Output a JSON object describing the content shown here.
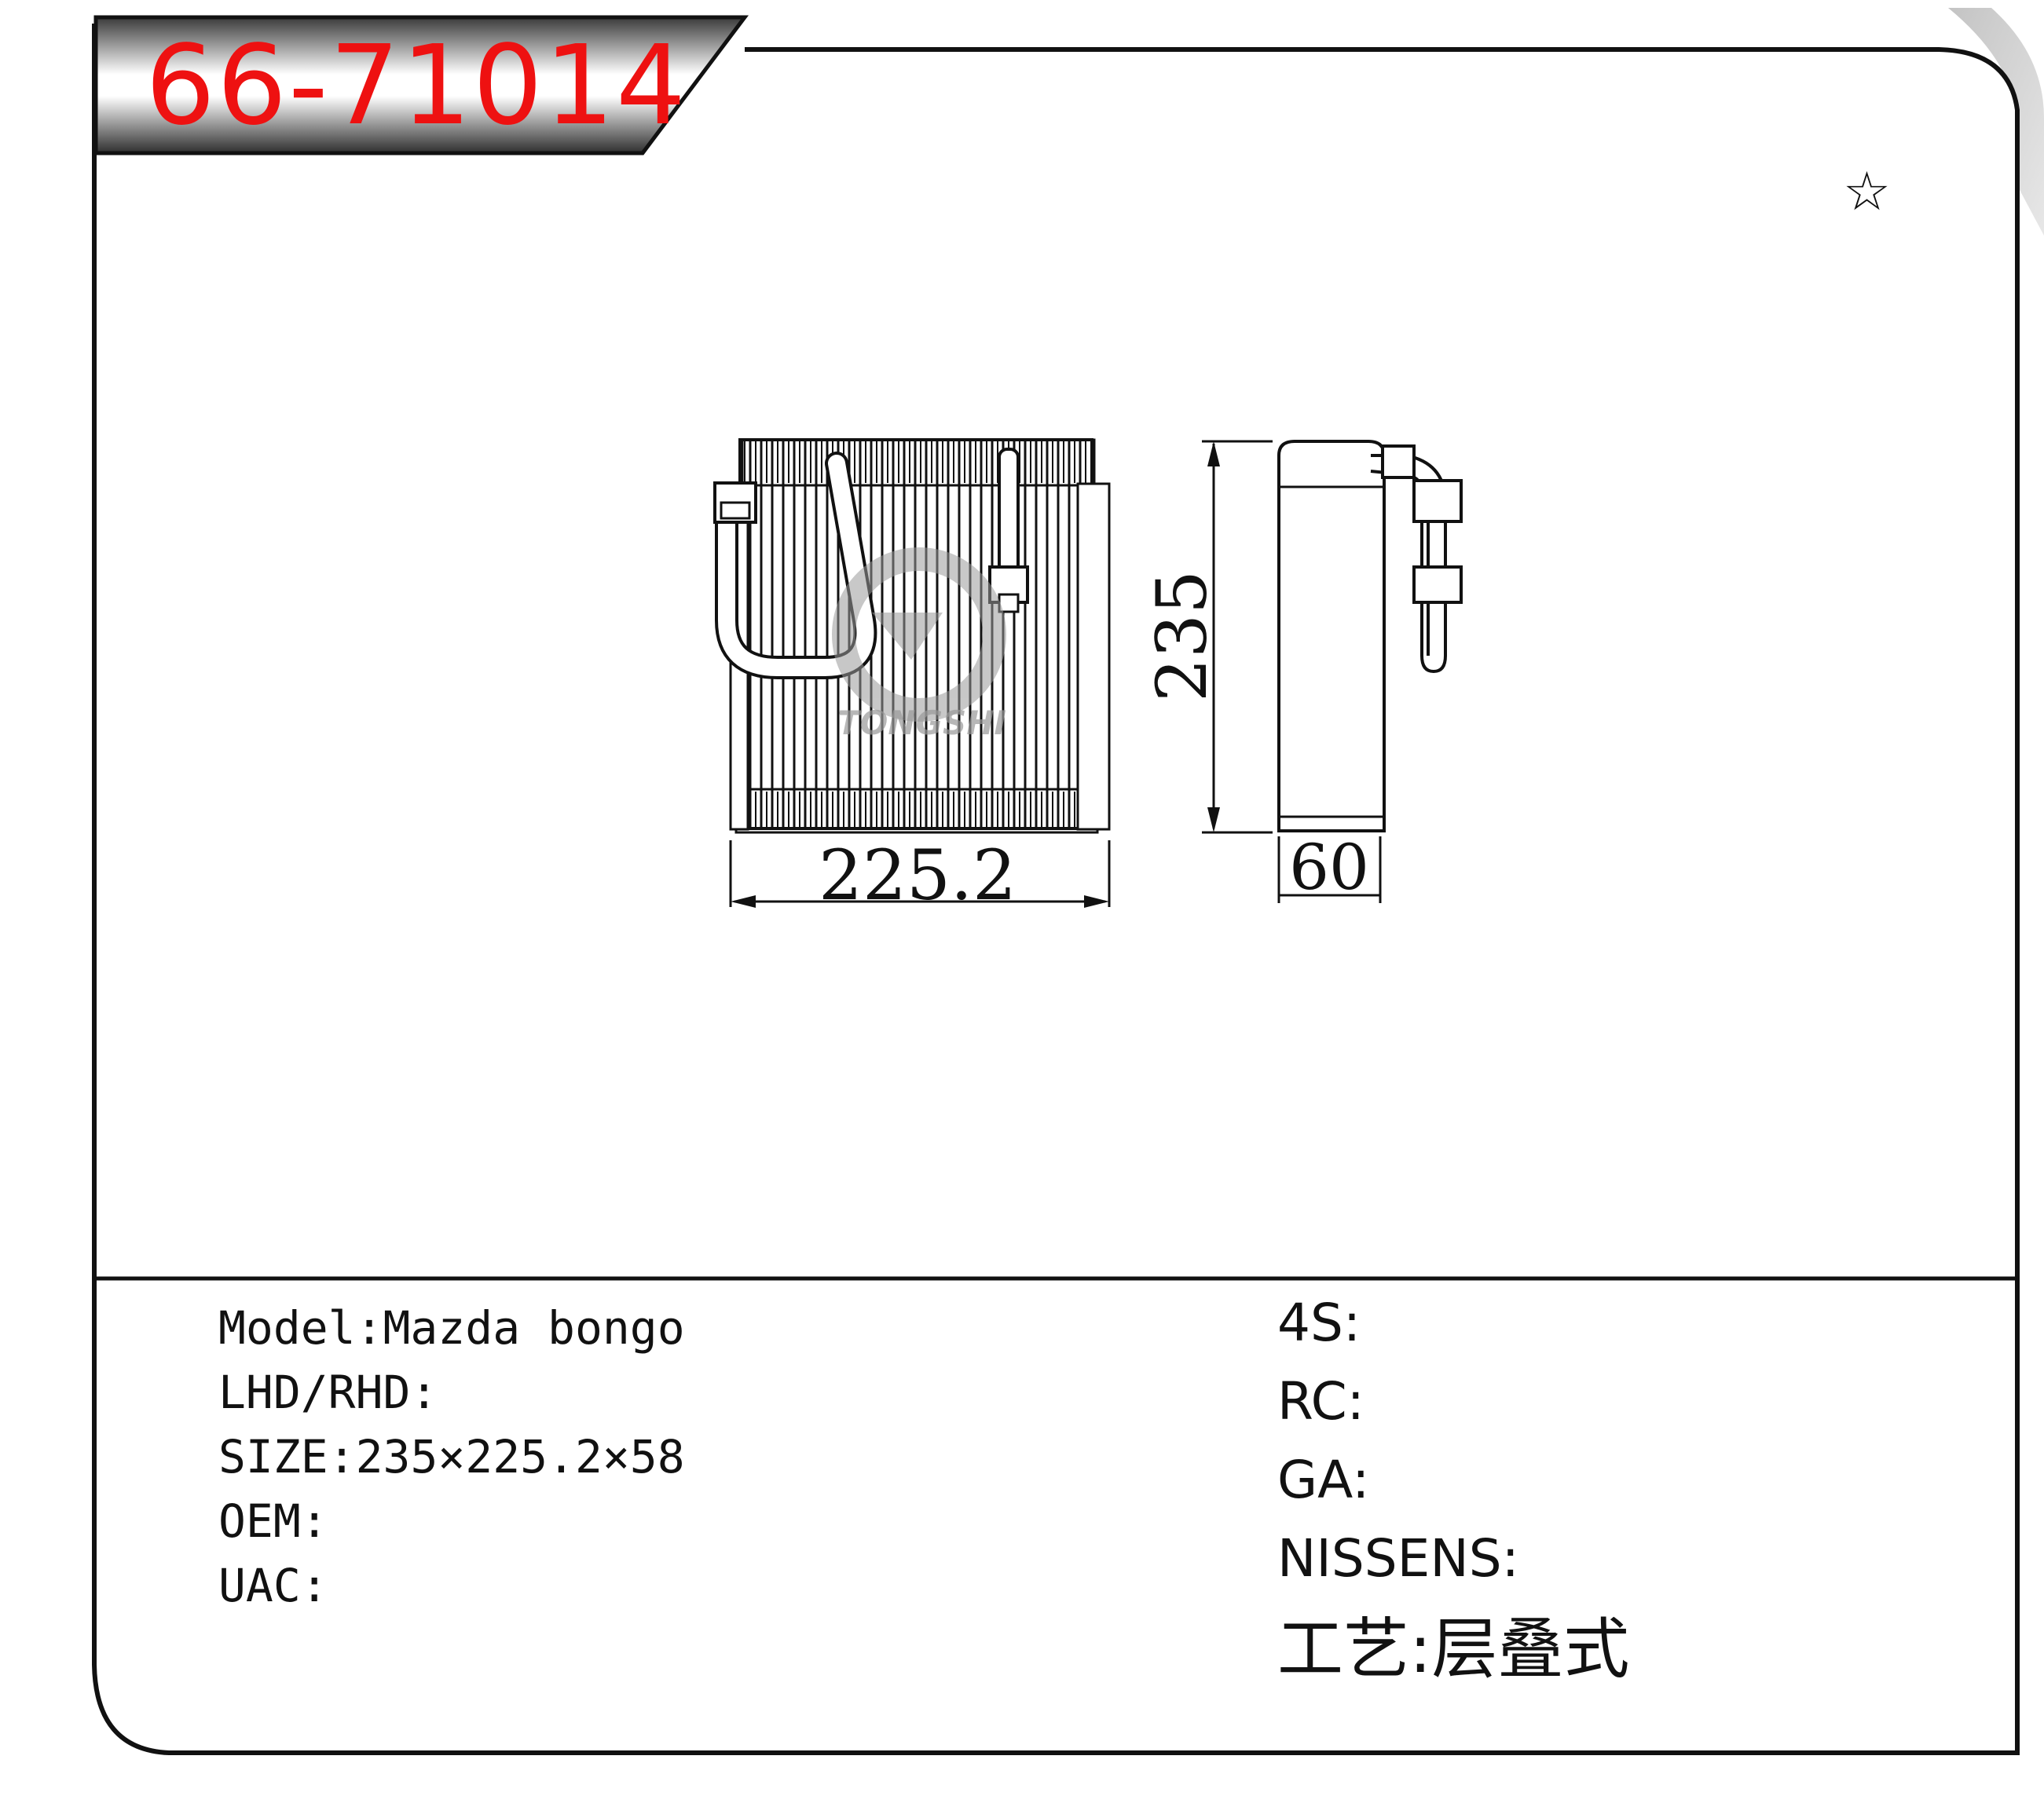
{
  "header": {
    "part_number": "66-71014"
  },
  "corner_mark": "☆",
  "drawing": {
    "watermark_text": "TONGSHI",
    "width_label": "225.2",
    "height_label": "235",
    "depth_label": "60"
  },
  "specs_left": [
    {
      "label": "Model:",
      "value": "Mazda bongo"
    },
    {
      "label": "LHD/RHD:",
      "value": ""
    },
    {
      "label": "SIZE:",
      "value": "235×225.2×58"
    },
    {
      "label": "OEM:",
      "value": ""
    },
    {
      "label": "UAC:",
      "value": ""
    }
  ],
  "specs_right": [
    {
      "label": "4S:",
      "value": ""
    },
    {
      "label": "RC:",
      "value": ""
    },
    {
      "label": "GA:",
      "value": ""
    },
    {
      "label": "NISSENS:",
      "value": ""
    }
  ],
  "craft": {
    "label": "工艺:",
    "value": "层叠式"
  },
  "colors": {
    "title_red": "#ee1111",
    "ink": "#111111",
    "watermark": "#9a9a9a"
  }
}
